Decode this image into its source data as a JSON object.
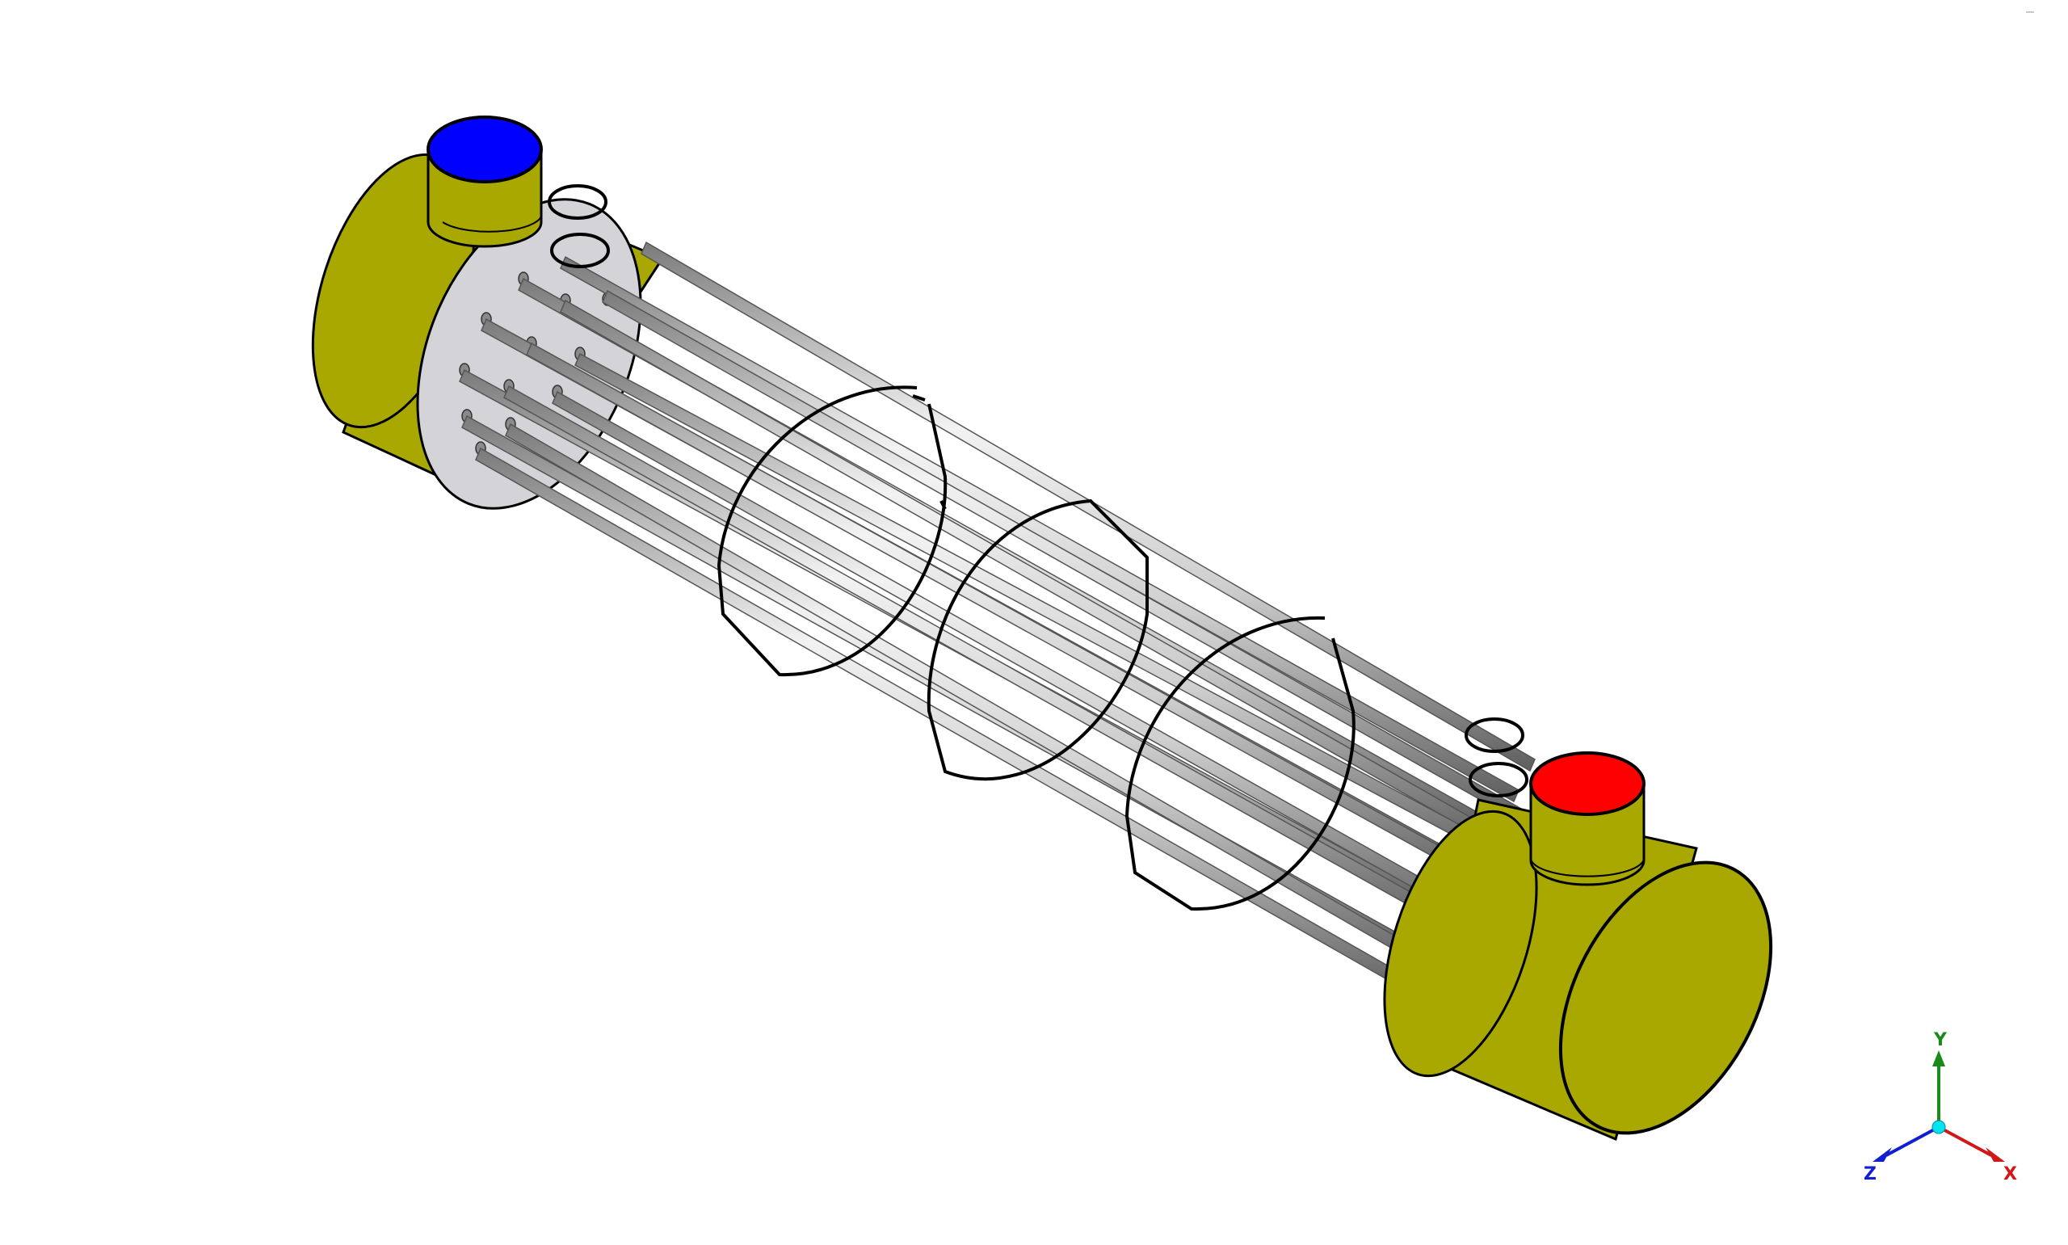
{
  "viewport": {
    "model": "shell-and-tube-heat-exchanger",
    "colors": {
      "background": "#ffffff",
      "head": "#a8a800",
      "tubesheet": "#d4d4d8",
      "tube_light": "#e6e6e6",
      "tube_dark": "#6a6a6a",
      "inlet_nozzle": "#0000ff",
      "outlet_nozzle": "#ff0000",
      "outline": "#000000"
    },
    "tube_count": 14,
    "baffle_count": 3
  },
  "triad": {
    "y_label": "Y",
    "x_label": "X",
    "z_label": "Z",
    "colors": {
      "x": "#d01818",
      "y": "#1a8a1a",
      "z": "#1020d0",
      "origin": "#00e5ee"
    }
  }
}
